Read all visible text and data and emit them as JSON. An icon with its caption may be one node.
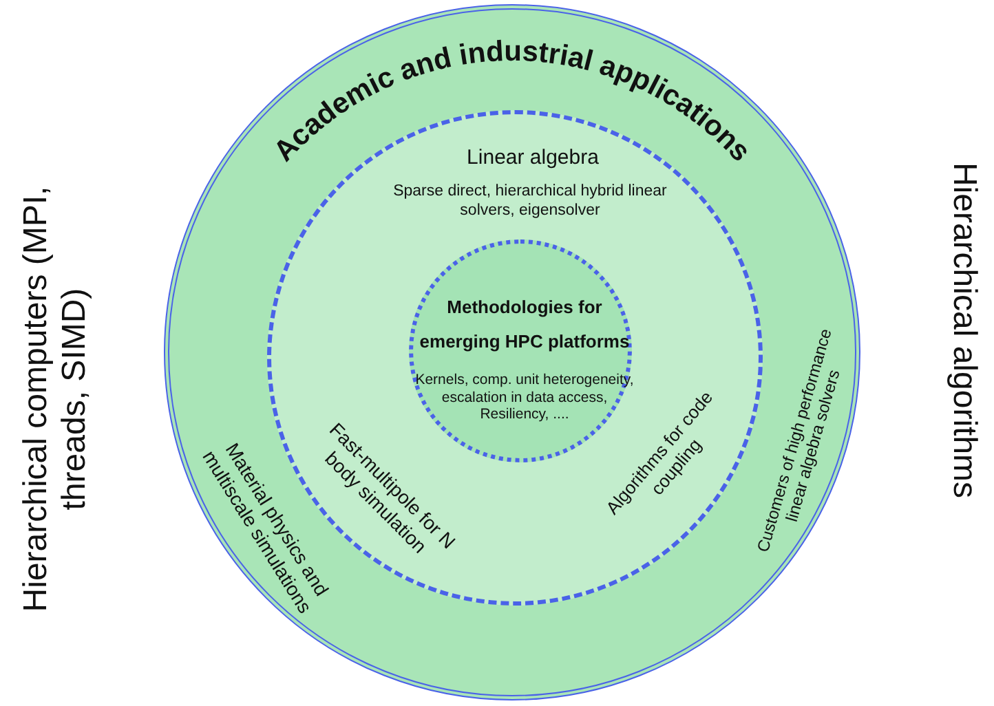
{
  "diagram": {
    "nodes": [
      {
        "text": [
          "Academic and industrial applications",
          "Material physics and multiscale simulations",
          "Customers of high performance linear algebra solvers"
        ]
      },
      {
        "text": [
          "Linear algebra",
          "Sparse direct, hierarchical hybrid linear solvers, eigensolver",
          "Fast-multipole for N body simulation",
          "Algorithms for code coupling"
        ],
        "in": 0
      },
      {
        "text": [
          "Methodologies for emerging HPC platforms",
          "Kernels,  comp. unit heterogeneity, escalation in data access, Resiliency, ...."
        ],
        "in": 1
      }
    ],
    "edges": [],
    "labels": [
      "Hierarchical computers (MPI, threads, SIMD)",
      "Hierarchical algorithms"
    ]
  }
}
